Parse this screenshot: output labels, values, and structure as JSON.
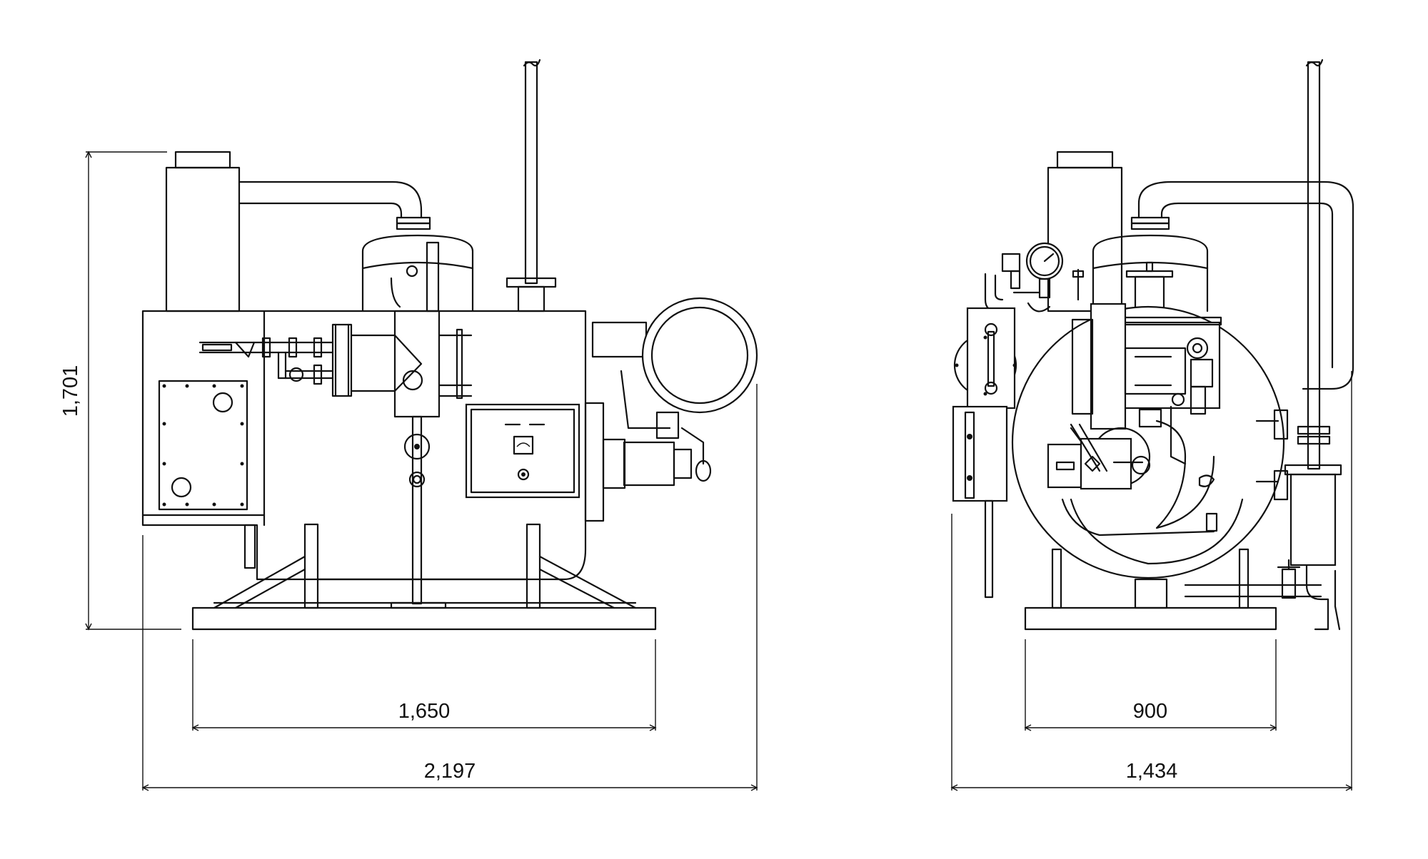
{
  "dimensions": {
    "height": "1,701",
    "base_length": "1,650",
    "overall_length": "2,197",
    "base_width": "900",
    "overall_width": "1,434"
  },
  "colors": {
    "line": "#111111",
    "background": "#ffffff"
  }
}
